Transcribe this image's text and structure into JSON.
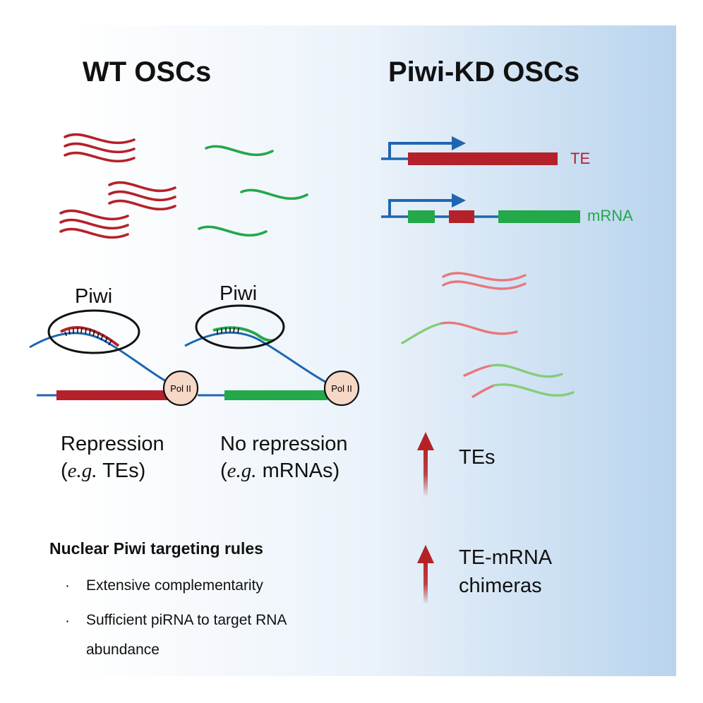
{
  "left_panel": {
    "title": "WT OSCs",
    "piwi_label_1": "Piwi",
    "piwi_label_2": "Piwi",
    "pol_label_1": "Pol II",
    "pol_label_2": "Pol II",
    "outcome_1": {
      "line1": "Repression",
      "eg": "e.g.",
      "rest": " TEs)"
    },
    "outcome_2": {
      "line1": "No repression",
      "eg": "e.g.",
      "rest": " mRNAs)"
    }
  },
  "right_panel": {
    "title": "Piwi-KD OSCs",
    "gene_te_label": "TE",
    "gene_mrna_label": "mRNA",
    "increase_1": "TEs",
    "increase_2_line1": "TE-mRNA",
    "increase_2_line2": "chimeras"
  },
  "rules": {
    "title": "Nuclear Piwi targeting rules",
    "bullet": "·",
    "items": [
      {
        "line1": "Extensive complementarity",
        "line2": ""
      },
      {
        "line1": "Sufficient piRNA to target RNA",
        "line2": "abundance"
      }
    ]
  },
  "colors": {
    "te_red": "#b5212a",
    "mrna_green": "#23a84a",
    "dna_blue": "#1f66b0",
    "light_red": "#e8777a",
    "light_green": "#86cc78",
    "pol_fill": "#f6d8c6",
    "bg_blue": "#bcd6ee",
    "arrow_red": "#b52226"
  }
}
